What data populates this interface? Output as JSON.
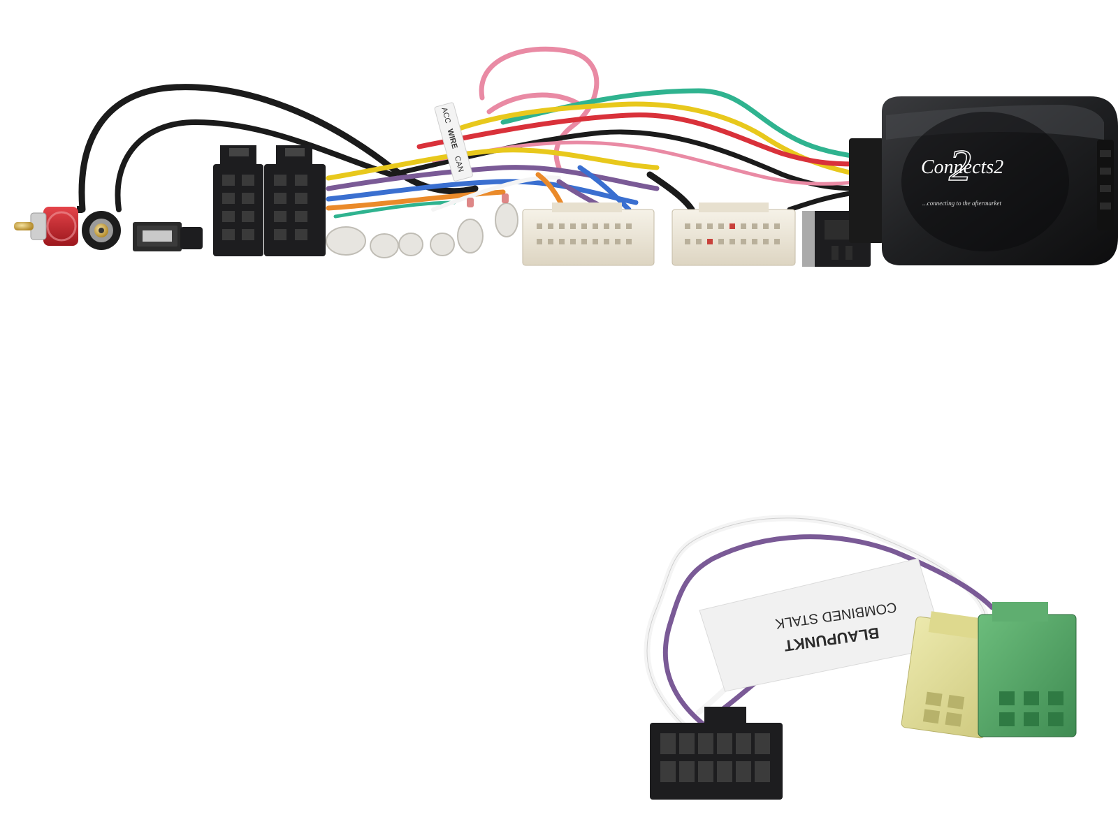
{
  "product": {
    "module": {
      "brand_logo": "Connects2",
      "tagline": "...connecting to the aftermarket"
    },
    "sticker_wire": "WIRE",
    "sticker_can": "CAN",
    "sticker_acc": "ACC",
    "patch_lead_label": {
      "line1": "BLAUPUNKT",
      "line2": "COMBINED STALK"
    }
  },
  "colors": {
    "background": "#ffffff",
    "module_body": "#1e1f21",
    "connector_black": "#1d1d1f",
    "connector_cream": "#efe9dc",
    "connector_yellow": "#e3df9a",
    "connector_green": "#58a86b",
    "rca_red": "#c8242b",
    "wire_pink": "#e98aa4",
    "wire_teal": "#2fb38f",
    "wire_yellow": "#e8c81c",
    "wire_red": "#d9313a",
    "wire_purple": "#7a5a96",
    "wire_blue": "#3a6fd0",
    "wire_orange": "#ea8a2a",
    "wire_white": "#f4f4f4"
  }
}
